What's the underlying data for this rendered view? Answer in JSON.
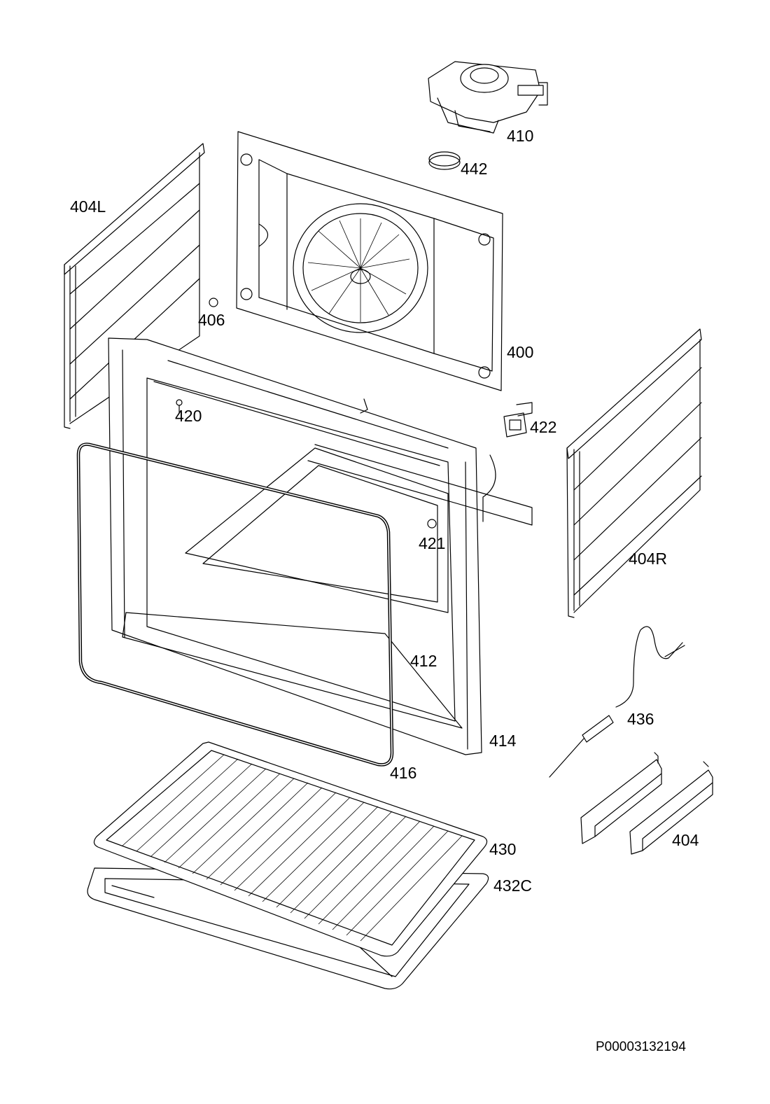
{
  "labels": {
    "p410": "410",
    "p442": "442",
    "p404L": "404L",
    "p406": "406",
    "p400": "400",
    "p420": "420",
    "p422": "422",
    "p421": "421",
    "p404R": "404R",
    "p412": "412",
    "p436": "436",
    "p414": "414",
    "p416": "416",
    "p430": "430",
    "p404": "404",
    "p432C": "432C"
  },
  "document_id": "P00003132194"
}
